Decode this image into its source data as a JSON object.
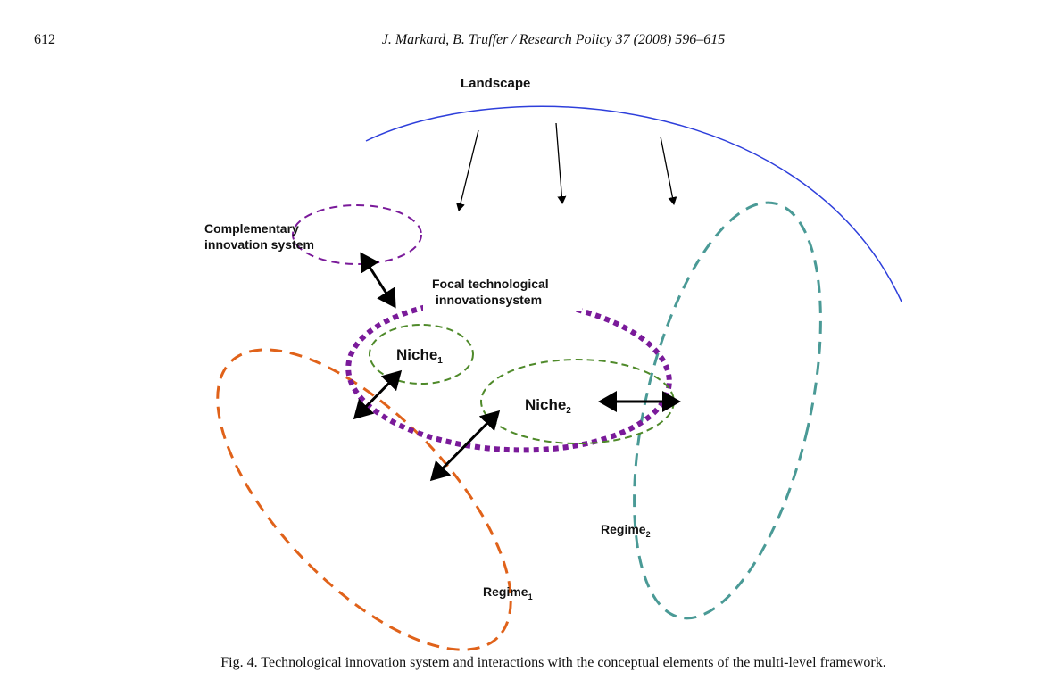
{
  "header": {
    "page_number": "612",
    "running_title": "J. Markard, B. Truffer / Research Policy 37 (2008) 596–615"
  },
  "figure": {
    "labels": {
      "landscape": "Landscape",
      "complementary_line1": "Complementary",
      "complementary_line2": "innovation system",
      "focal_line1": "Focal technological",
      "focal_line2": "innovationsystem",
      "niche1": "Niche",
      "niche1_sub": "1",
      "niche2": "Niche",
      "niche2_sub": "2",
      "regime1": "Regime",
      "regime1_sub": "1",
      "regime2": "Regime",
      "regime2_sub": "2"
    },
    "colors": {
      "landscape": "#2e3fdb",
      "purple": "#7a1a9a",
      "green": "#4f8a2a",
      "orange": "#e0621a",
      "teal": "#4a9a96",
      "arrow": "#000000"
    }
  },
  "caption": "Fig. 4.  Technological innovation system and interactions with the conceptual elements of the multi-level framework."
}
